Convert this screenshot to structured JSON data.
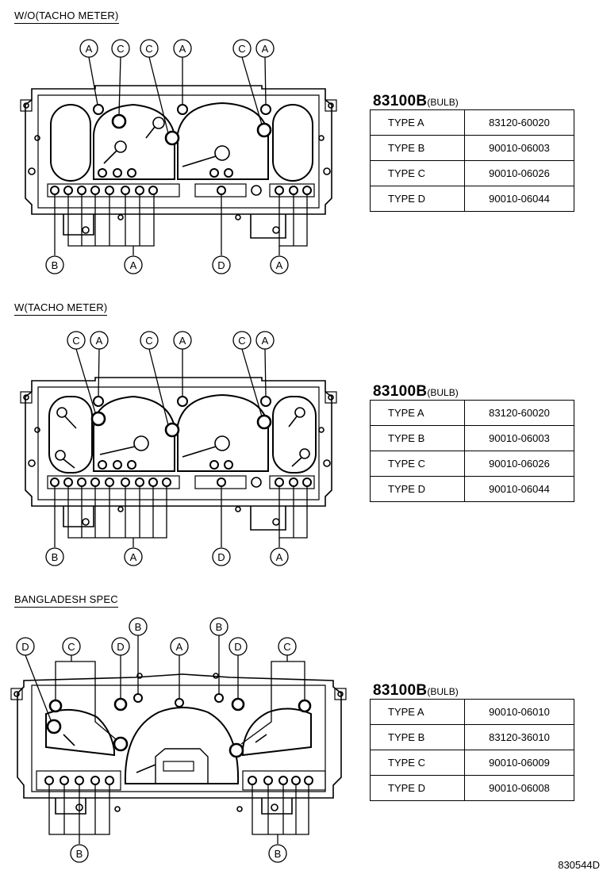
{
  "sections": [
    {
      "title": "W/O(TACHO METER)",
      "part_number": "83100B",
      "part_sub": "(BULB)",
      "rows": [
        {
          "type": "TYPE A",
          "pn": "83120-60020"
        },
        {
          "type": "TYPE B",
          "pn": "90010-06003"
        },
        {
          "type": "TYPE C",
          "pn": "90010-06026"
        },
        {
          "type": "TYPE D",
          "pn": "90010-06044"
        }
      ],
      "top_callouts": [
        "A",
        "C",
        "C",
        "A",
        "C",
        "A"
      ],
      "bottom_callouts": [
        "B",
        "A",
        "D",
        "A"
      ]
    },
    {
      "title": "W(TACHO METER)",
      "part_number": "83100B",
      "part_sub": "(BULB)",
      "rows": [
        {
          "type": "TYPE A",
          "pn": "83120-60020"
        },
        {
          "type": "TYPE B",
          "pn": "90010-06003"
        },
        {
          "type": "TYPE C",
          "pn": "90010-06026"
        },
        {
          "type": "TYPE D",
          "pn": "90010-06044"
        }
      ],
      "top_callouts": [
        "C",
        "A",
        "C",
        "A",
        "C",
        "A"
      ],
      "bottom_callouts": [
        "B",
        "A",
        "D",
        "A"
      ]
    },
    {
      "title": "BANGLADESH SPEC",
      "part_number": "83100B",
      "part_sub": "(BULB)",
      "rows": [
        {
          "type": "TYPE A",
          "pn": "90010-06010"
        },
        {
          "type": "TYPE B",
          "pn": "83120-36010"
        },
        {
          "type": "TYPE C",
          "pn": "90010-06009"
        },
        {
          "type": "TYPE D",
          "pn": "90010-06008"
        }
      ],
      "top_callouts": [
        "D",
        "C",
        "D",
        "B",
        "A",
        "B",
        "D",
        "C"
      ],
      "bottom_callouts": [
        "B",
        "B"
      ]
    }
  ],
  "figure_code": "830544D"
}
